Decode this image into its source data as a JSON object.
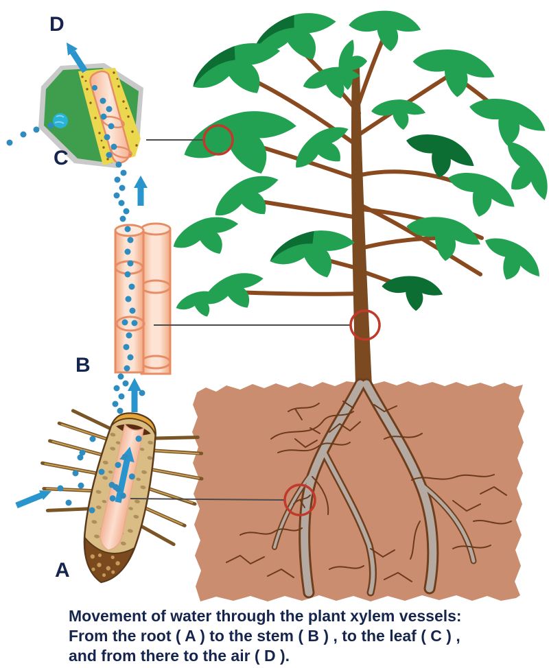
{
  "figure": {
    "labels": {
      "a": "A",
      "b": "B",
      "c": "C",
      "d": "D"
    },
    "caption": {
      "line1": "Movement of water through the plant xylem vessels:",
      "line2": "From the root ( A ) to the stem ( B ) , to the leaf ( C ) ,",
      "line3": "and from there to the air ( D )."
    },
    "colors": {
      "water_blue": "#2a95cc",
      "water_dot": "#2f8cbe",
      "label_navy": "#16254d",
      "leaf_green": "#22a152",
      "leaf_dark": "#0d6e34",
      "branch_brown": "#8a4a1f",
      "trunk_brown": "#7b4a21",
      "soil": "#cb8d6f",
      "root_gray": "#b5aaa1",
      "root_outline": "#6f3f1d",
      "rootlet": "#6b3a1a",
      "vessel_outline": "#e78d66",
      "vessel_fill": "#f9cdb4",
      "yellow_band": "#ecd84e",
      "section_green": "#3f9e4e",
      "root_tan": "#d9bd85",
      "highlight_red": "#c0392b",
      "leader_gray": "#4a4a4a"
    },
    "icons": {
      "up_arrows": "water-flow-up-arrow",
      "in_arrow": "water-entry-arrow",
      "out_arrow": "transpiration-arrow"
    }
  }
}
